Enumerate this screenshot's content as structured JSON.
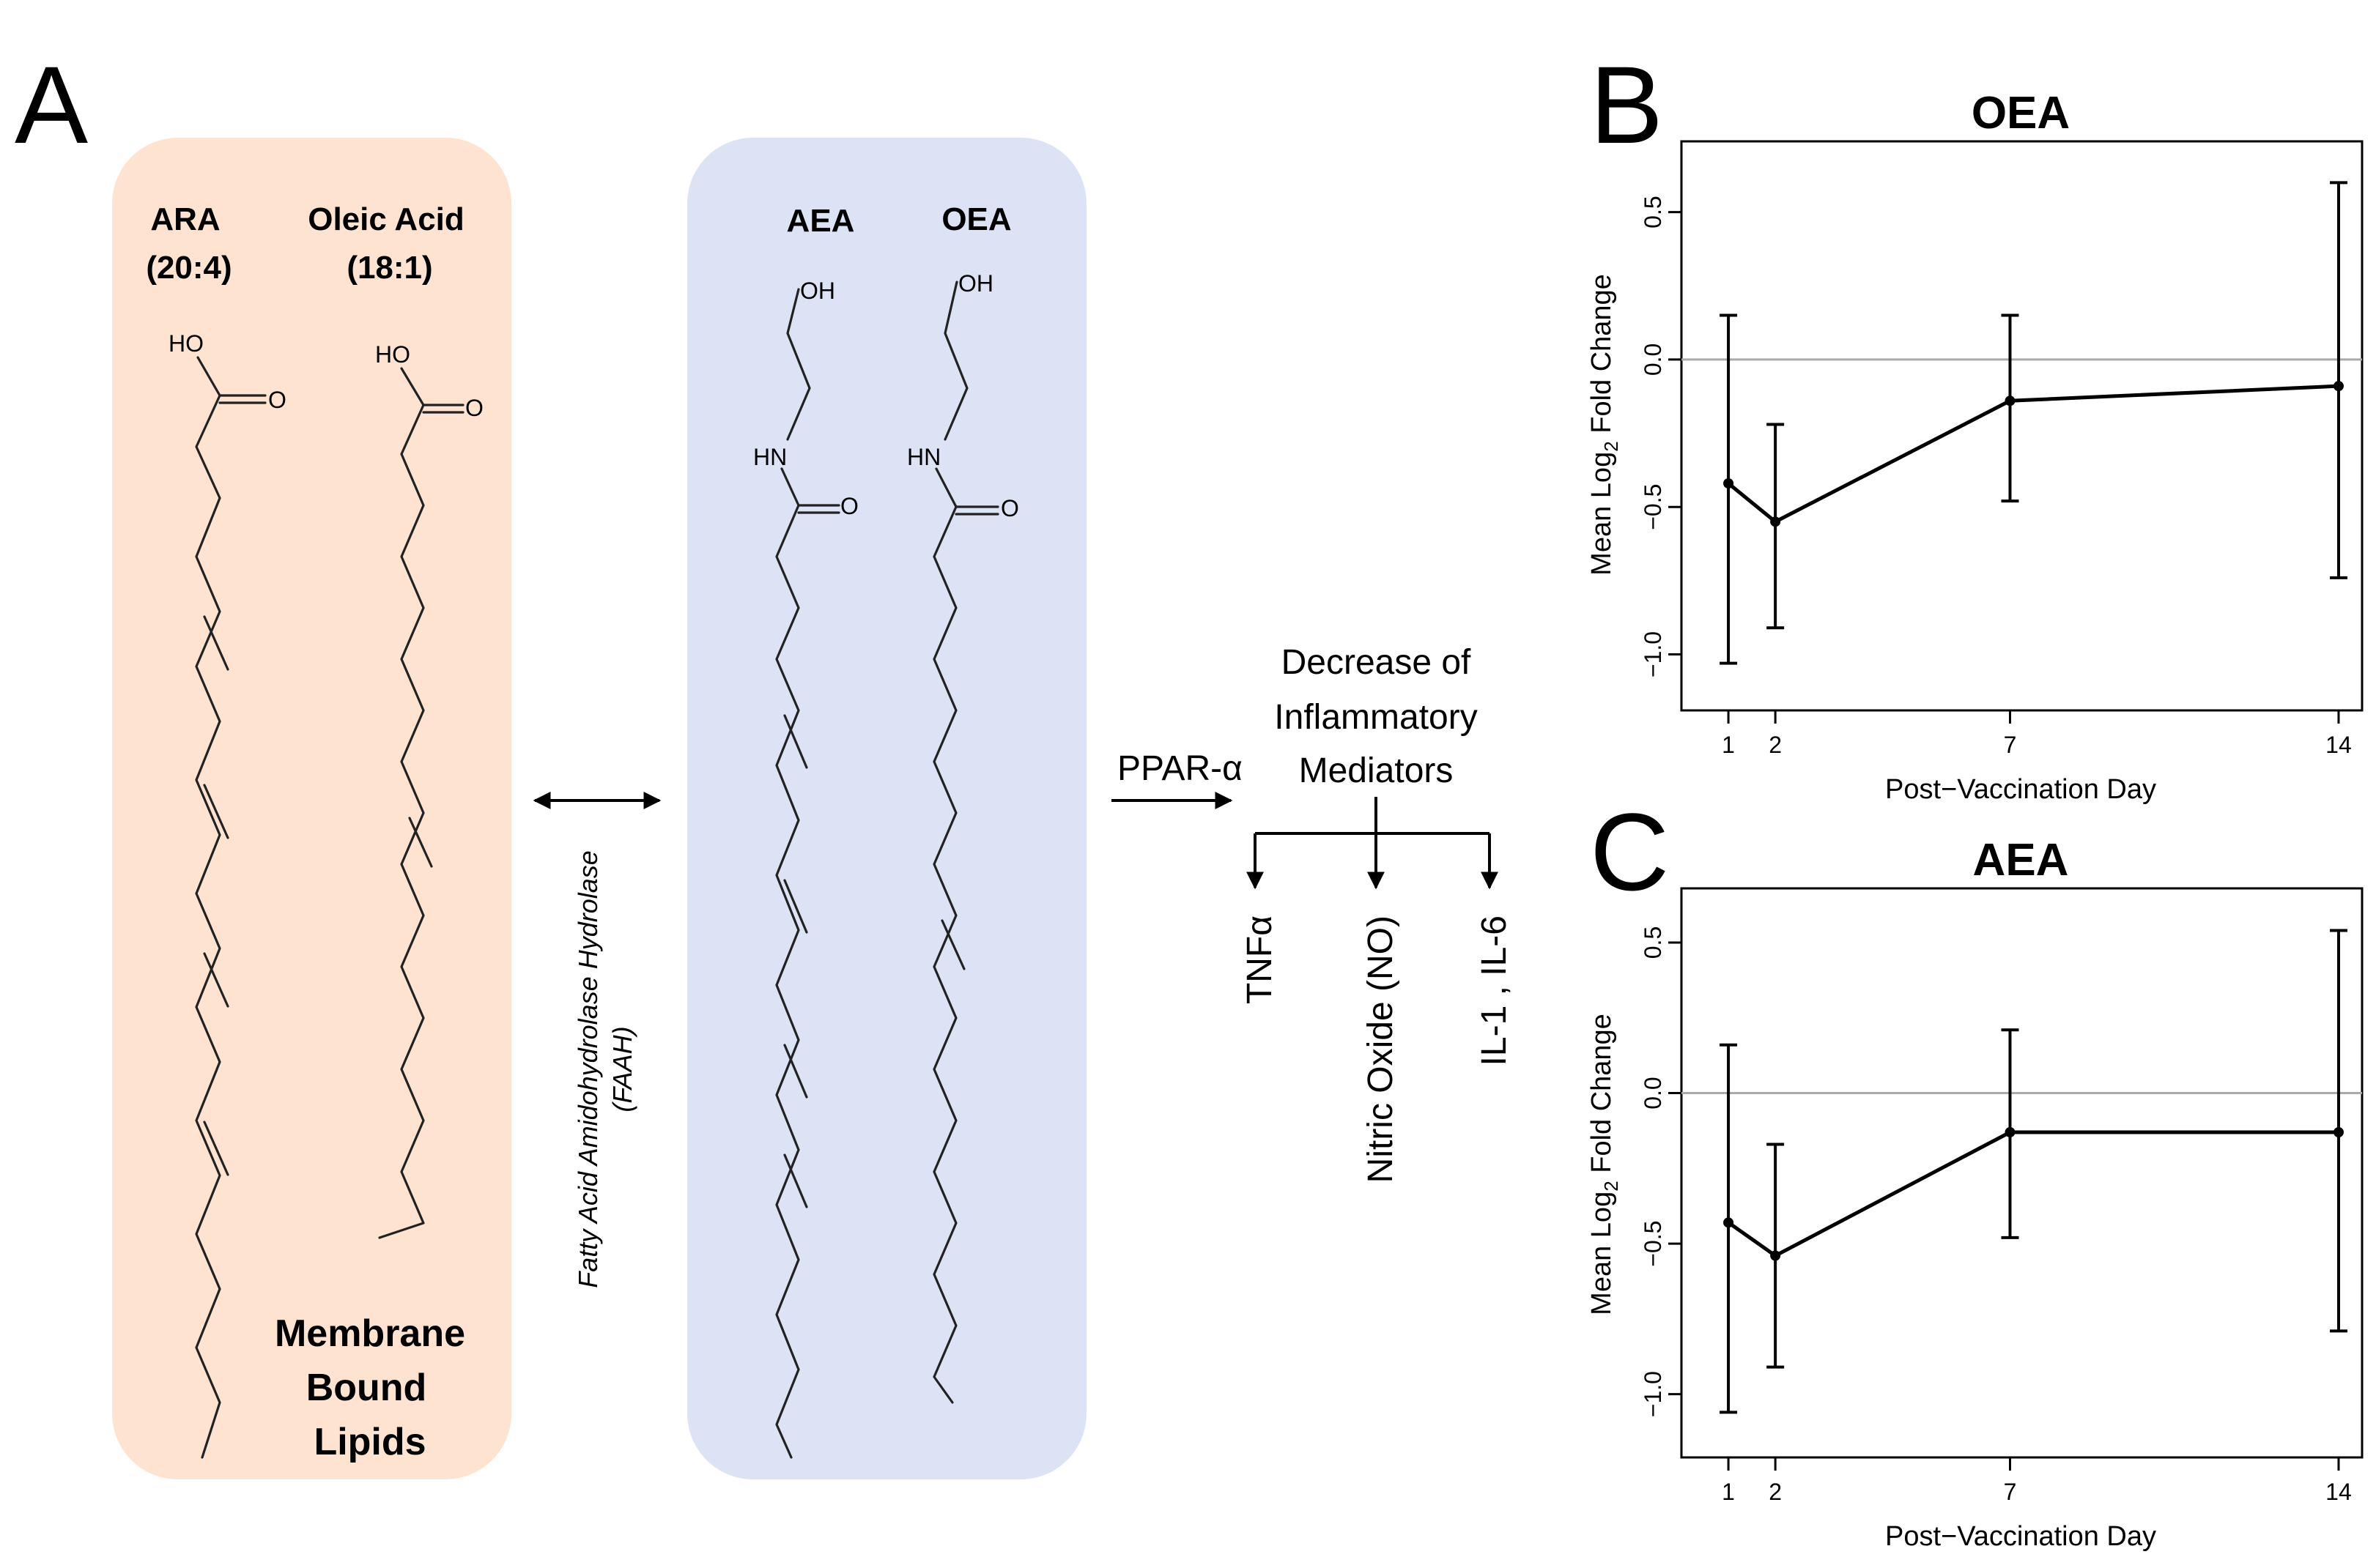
{
  "panel_a": {
    "letter": "A",
    "membrane_box": {
      "color": "#FDE3D0",
      "ara_name": "ARA",
      "ara_formula": "(20:4)",
      "oleic_name": "Oleic Acid",
      "oleic_formula": "(18:1)",
      "label_line1": "Membrane",
      "label_line2": "Bound",
      "label_line3": "Lipids"
    },
    "enzyme_line1": "Fatty Acid Amidohydrolase Hydrolase",
    "enzyme_line2": "(FAAH)",
    "ethanolamide_box": {
      "color": "#DCE3F5",
      "aea_name": "AEA",
      "oea_name": "OEA"
    },
    "atoms": {
      "hydroxyl_acid": "HO",
      "carbonyl_o": "O",
      "hydroxyl": "OH",
      "amide_n": "HN"
    },
    "receptor": "PPAR-α",
    "outcome_line1": "Decrease of",
    "outcome_line2": "Inflammatory",
    "outcome_line3": "Mediators",
    "mediators": [
      "TNFα",
      "Nitric Oxide (NO)",
      "IL-1 , IL-6"
    ]
  },
  "chart_data": [
    {
      "panel": "B",
      "type": "line",
      "title": "OEA",
      "xlabel": "Post−Vaccination Day",
      "ylabel_pre": "Mean Log",
      "ylabel_sub": "2",
      "ylabel_post": " Fold Change",
      "x": [
        1,
        2,
        7,
        14
      ],
      "x_tick_labels": [
        "1",
        "2",
        "7",
        "14"
      ],
      "y": [
        -0.42,
        -0.55,
        -0.14,
        -0.09
      ],
      "err_upper": [
        0.15,
        -0.22,
        0.15,
        0.6
      ],
      "err_lower": [
        -1.03,
        -0.91,
        -0.48,
        -0.74
      ],
      "y_ticks": [
        -1.0,
        -0.5,
        0.0,
        0.5
      ],
      "y_tick_labels": [
        "−1.0",
        "−0.5",
        "0.0",
        "0.5"
      ],
      "reference_line": 0.0,
      "xlim": [
        0,
        14.5
      ],
      "ylim": [
        -1.19,
        0.74
      ],
      "grid": false,
      "line_color": "#000000",
      "reference_color": "#aaaaaa"
    },
    {
      "panel": "C",
      "type": "line",
      "title": "AEA",
      "xlabel": "Post−Vaccination Day",
      "ylabel_pre": "Mean Log",
      "ylabel_sub": "2",
      "ylabel_post": " Fold Change",
      "x": [
        1,
        2,
        7,
        14
      ],
      "x_tick_labels": [
        "1",
        "2",
        "7",
        "14"
      ],
      "y": [
        -0.43,
        -0.54,
        -0.13,
        -0.13
      ],
      "err_upper": [
        0.16,
        -0.17,
        0.21,
        0.54
      ],
      "err_lower": [
        -1.06,
        -0.91,
        -0.48,
        -0.79
      ],
      "y_ticks": [
        -1.0,
        -0.5,
        0.0,
        0.5
      ],
      "y_tick_labels": [
        "−1.0",
        "−0.5",
        "0.0",
        "0.5"
      ],
      "reference_line": 0.0,
      "xlim": [
        0,
        14.5
      ],
      "ylim": [
        -1.21,
        0.68
      ],
      "grid": false,
      "line_color": "#000000",
      "reference_color": "#aaaaaa"
    }
  ]
}
